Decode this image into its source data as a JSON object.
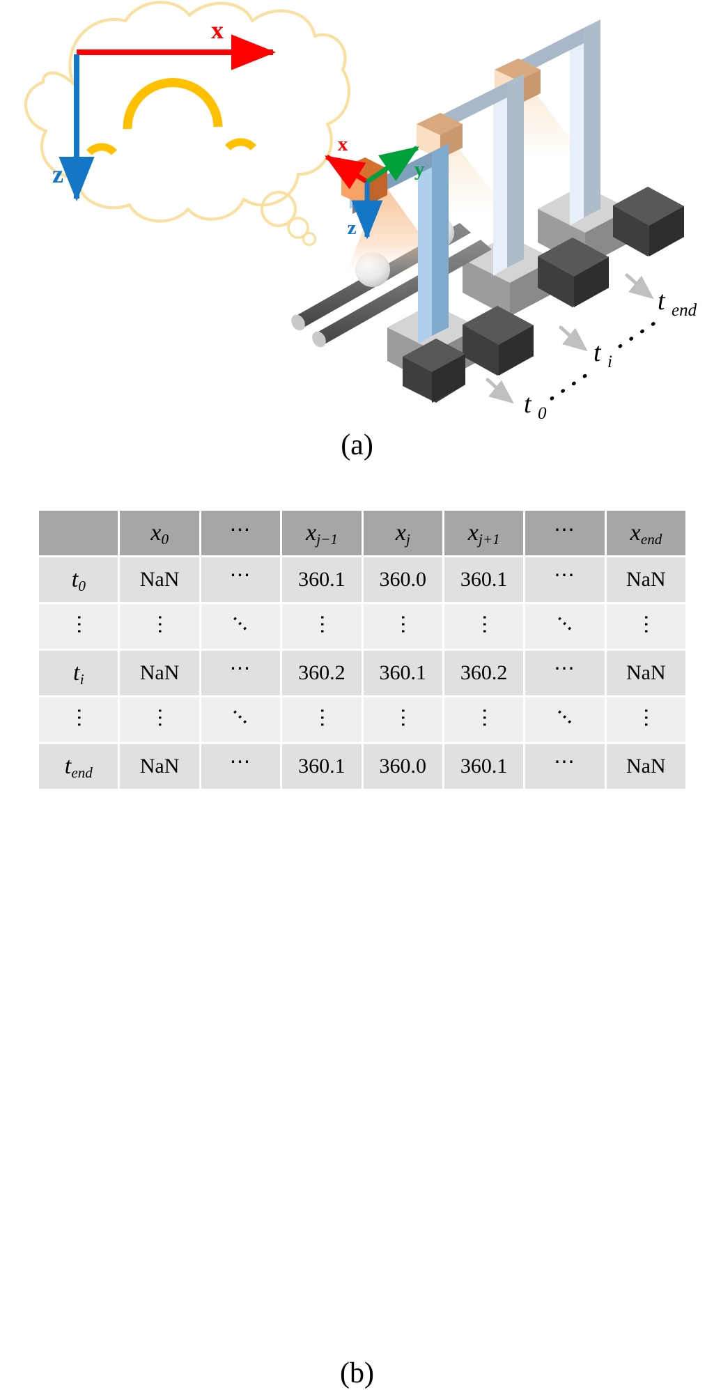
{
  "figure": {
    "panel_a_caption": "(a)",
    "panel_b_caption": "(b)"
  },
  "panel_a": {
    "thought_bubble": {
      "name": "thought-cloud",
      "outline_color": "#FAE0A0",
      "arc_color": "#FFC000",
      "axes": [
        {
          "label": "x",
          "color": "#FF0000",
          "direction": "right"
        },
        {
          "label": "z",
          "color": "#1476C6",
          "direction": "down"
        }
      ]
    },
    "machine_frame": {
      "axes": [
        {
          "label": "x",
          "color": "#FF0000"
        },
        {
          "label": "y",
          "color": "#00A13A"
        },
        {
          "label": "z",
          "color": "#1476C6"
        }
      ],
      "colors": {
        "gantry_front": "#AFD0EC",
        "gantry_back": "#DCEBF8",
        "gantry_top": "#8FAFC6",
        "base_light": "#D9D9D9",
        "base_mid": "#9C9C9C",
        "base_dark": "#4D4D4D",
        "sensor_front": "#F4863C",
        "sensor_back": "#C8763F",
        "sensor_pale": "#FBDCC0",
        "beam": "#F7C49A",
        "rail": "#707070",
        "ball": "#E2E2E2"
      }
    },
    "time_labels": [
      {
        "id": "t0",
        "base": "t",
        "sub": "0"
      },
      {
        "id": "ti",
        "base": "t",
        "sub": "i"
      },
      {
        "id": "tend",
        "base": "t",
        "sub": "end"
      }
    ],
    "dot_separators": 2
  },
  "panel_b": {
    "table": {
      "corner_header": "",
      "columns": [
        {
          "base": "x",
          "sub": "0",
          "type": "var"
        },
        {
          "base": "",
          "sub": "",
          "type": "hdots"
        },
        {
          "base": "x",
          "sub": "j−1",
          "type": "var"
        },
        {
          "base": "x",
          "sub": "j",
          "type": "var"
        },
        {
          "base": "x",
          "sub": "j+1",
          "type": "var"
        },
        {
          "base": "",
          "sub": "",
          "type": "hdots"
        },
        {
          "base": "x",
          "sub": "end",
          "type": "var"
        }
      ],
      "rows": [
        {
          "kind": "data",
          "label": {
            "base": "t",
            "sub": "0"
          },
          "cells": [
            "NaN",
            "⋯",
            "360.1",
            "360.0",
            "360.1",
            "⋯",
            "NaN"
          ]
        },
        {
          "kind": "dots",
          "label": {
            "base": "",
            "sub": ""
          },
          "cells": [
            "⋮",
            "⋮",
            "⋱",
            "⋮",
            "⋮",
            "⋮",
            "⋱",
            "⋮"
          ]
        },
        {
          "kind": "data",
          "label": {
            "base": "t",
            "sub": "i"
          },
          "cells": [
            "NaN",
            "⋯",
            "360.2",
            "360.1",
            "360.2",
            "⋯",
            "NaN"
          ]
        },
        {
          "kind": "dots",
          "label": {
            "base": "",
            "sub": ""
          },
          "cells": [
            "⋮",
            "⋮",
            "⋱",
            "⋮",
            "⋮",
            "⋮",
            "⋱",
            "⋮"
          ]
        },
        {
          "kind": "data",
          "label": {
            "base": "t",
            "sub": "end"
          },
          "cells": [
            "NaN",
            "⋯",
            "360.1",
            "360.0",
            "360.1",
            "⋯",
            "NaN"
          ]
        }
      ],
      "colors": {
        "header_bg": "#A6A6A6",
        "data_bg": "#E0E0E0",
        "dots_bg": "#EFEFEF",
        "text": "#000000"
      }
    }
  }
}
